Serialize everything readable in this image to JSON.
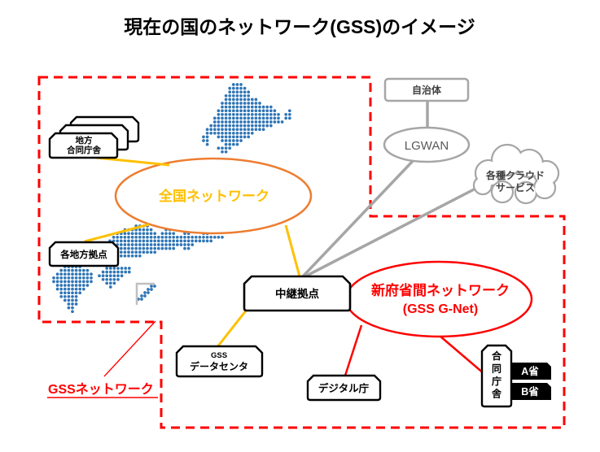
{
  "title": "現在の国のネットワーク(GSS)のイメージ",
  "colors": {
    "accent_red": "#FF0000",
    "ellipse_orange": "#ED7D31",
    "line_gold": "#FFC000",
    "line_gray": "#A6A6A6",
    "map_blue": "#2E75B6",
    "box_black": "#000000"
  },
  "nodes": {
    "municipality": "自治体",
    "lgwan": "LGWAN",
    "cloud_line1": "各種クラウド",
    "cloud_line2": "サービス",
    "national_network": "全国ネットワーク",
    "regional_joint_line1": "地方",
    "regional_joint_line2": "合同庁舎",
    "regional_bases": "各地方拠点",
    "relay_base": "中継拠点",
    "gss_datacenter_line1": "GSS",
    "gss_datacenter_line2": "データセンタ",
    "new_ministry_network_line1": "新府省間ネットワーク",
    "new_ministry_network_line2": "(GSS G-Net)",
    "digital_agency": "デジタル庁",
    "joint_building": "合同庁舎",
    "ministry_a": "A省",
    "ministry_b": "B省"
  },
  "labels": {
    "gss_network": "GSSネットワーク"
  },
  "edges": [
    {
      "from": "地方合同庁舎",
      "to": "全国ネットワーク",
      "color": "#FFC000"
    },
    {
      "from": "各地方拠点",
      "to": "全国ネットワーク",
      "color": "#FFC000"
    },
    {
      "from": "全国ネットワーク",
      "to": "中継拠点",
      "color": "#FFC000"
    },
    {
      "from": "中継拠点",
      "to": "GSSデータセンタ",
      "color": "#FFC000"
    },
    {
      "from": "自治体",
      "to": "LGWAN",
      "color": "#A6A6A6"
    },
    {
      "from": "LGWAN",
      "to": "中継拠点",
      "color": "#A6A6A6"
    },
    {
      "from": "各種クラウドサービス",
      "to": "中継拠点",
      "color": "#A6A6A6"
    },
    {
      "from": "新府省間ネットワーク(GSS G-Net)",
      "to": "デジタル庁",
      "color": "#FF0000"
    },
    {
      "from": "新府省間ネットワーク(GSS G-Net)",
      "to": "合同庁舎",
      "color": "#FF0000"
    }
  ]
}
